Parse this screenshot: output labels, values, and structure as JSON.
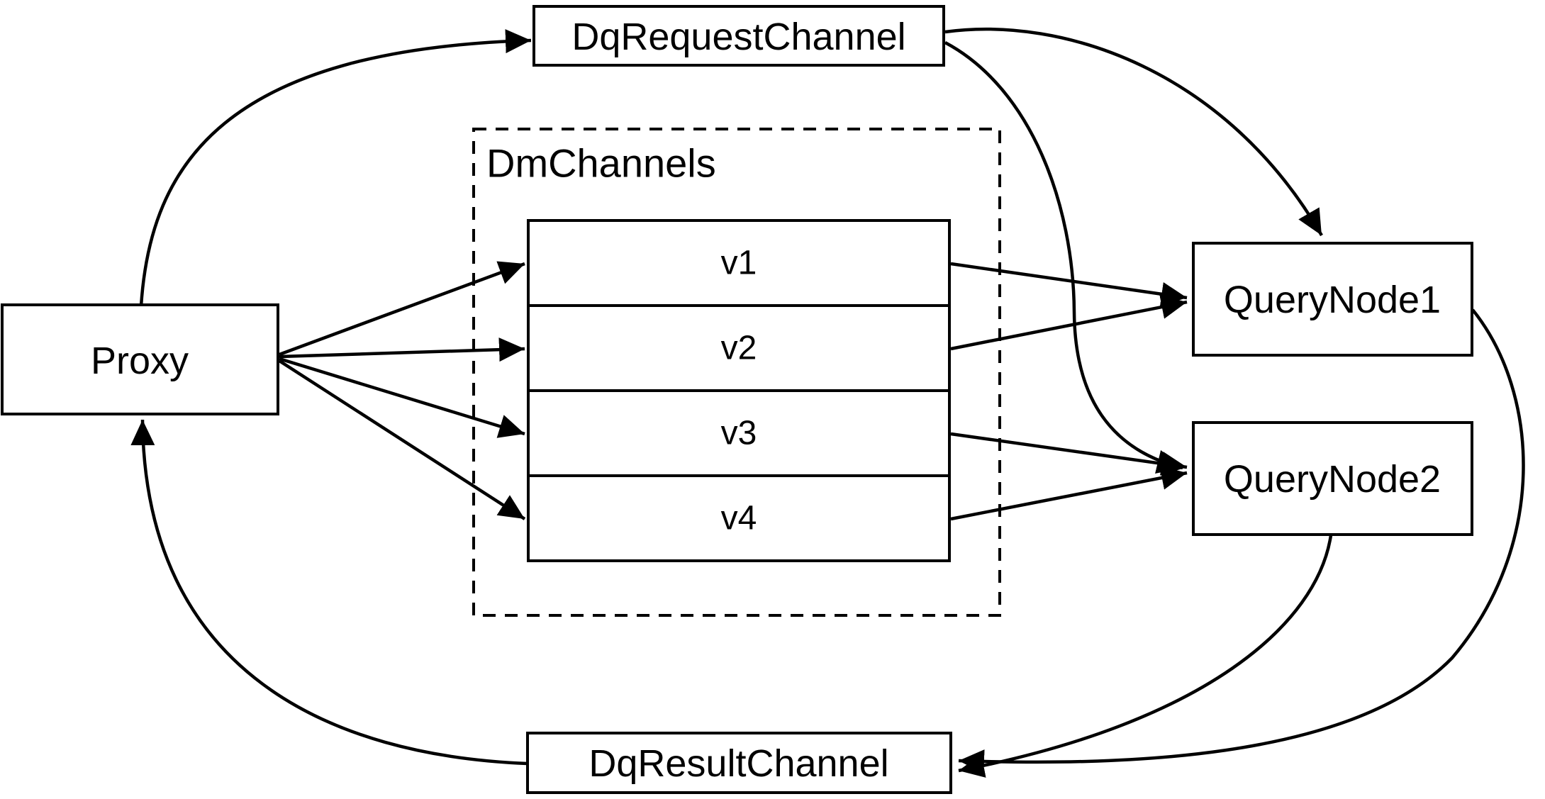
{
  "diagram": {
    "background_color": "#ffffff",
    "line_color": "#000000",
    "nodes": {
      "proxy": {
        "label": "Proxy"
      },
      "dq_request_channel": {
        "label": "DqRequestChannel"
      },
      "dq_result_channel": {
        "label": "DqResultChannel"
      },
      "query_node_1": {
        "label": "QueryNode1"
      },
      "query_node_2": {
        "label": "QueryNode2"
      },
      "dm_channels": {
        "label": "DmChannels",
        "channels": [
          "v1",
          "v2",
          "v3",
          "v4"
        ]
      }
    },
    "edges": [
      {
        "from": "proxy",
        "to": "dq_request_channel",
        "style": "curved"
      },
      {
        "from": "proxy",
        "to": "v1",
        "style": "straight"
      },
      {
        "from": "proxy",
        "to": "v2",
        "style": "straight"
      },
      {
        "from": "proxy",
        "to": "v3",
        "style": "straight"
      },
      {
        "from": "proxy",
        "to": "v4",
        "style": "straight"
      },
      {
        "from": "v1",
        "to": "query_node_1",
        "style": "straight"
      },
      {
        "from": "v2",
        "to": "query_node_1",
        "style": "straight"
      },
      {
        "from": "v3",
        "to": "query_node_2",
        "style": "straight"
      },
      {
        "from": "v4",
        "to": "query_node_2",
        "style": "straight"
      },
      {
        "from": "dq_request_channel",
        "to": "query_node_1",
        "style": "curved"
      },
      {
        "from": "dq_request_channel",
        "to": "query_node_2",
        "style": "curved"
      },
      {
        "from": "query_node_1",
        "to": "dq_result_channel",
        "style": "curved"
      },
      {
        "from": "query_node_2",
        "to": "dq_result_channel",
        "style": "curved"
      },
      {
        "from": "dq_result_channel",
        "to": "proxy",
        "style": "curved"
      }
    ]
  }
}
